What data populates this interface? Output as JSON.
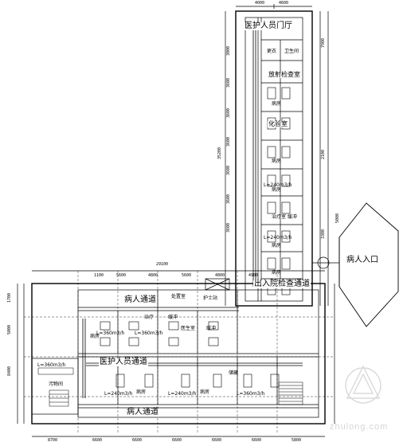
{
  "title": "",
  "rooms": {
    "gate": "医护人员门厅",
    "entrance": "病人入口",
    "corridor_patient_top": "病人通道",
    "corridor_medical": "医护人员通道",
    "corridor_patient_bottom": "病人通道",
    "exit_passage": "出入院检查通道",
    "rad": "放射检查室",
    "lab": "化验室",
    "sub_rooms": [
      "更衣",
      "卫生间",
      "病房",
      "病房",
      "病房",
      "治疗室",
      "缓冲",
      "病房",
      "病房",
      "处置室",
      "治疗",
      "缓冲",
      "护士站",
      "医生室",
      "缓冲",
      "病房",
      "储藏",
      "病房",
      "病房",
      "污物间"
    ]
  },
  "dimensions": {
    "top": [
      "4000",
      "4600"
    ],
    "mid": [
      "29100"
    ],
    "row": [
      "1100",
      "5600",
      "4800",
      "5600",
      "4800",
      "4900"
    ],
    "bottom": [
      "8700",
      "6600",
      "6600",
      "6600",
      "6600",
      "6600",
      "5800"
    ],
    "left": [
      "8400",
      "5000",
      "1700"
    ],
    "right": [
      "3000",
      "3600",
      "3600",
      "3600",
      "3600",
      "3600",
      "3600",
      "7900",
      "2100",
      "3300"
    ],
    "vertical_label": "35200",
    "side_label": "5000"
  },
  "duct_labels": [
    "L=360m3/h",
    "L=360m3/h",
    "L=240m3/h",
    "L=240m3/h",
    "L=360m3/h",
    "L=240m3/h",
    "L=240m3/h",
    "L=360m3/h"
  ],
  "watermark": "zhulong.com"
}
